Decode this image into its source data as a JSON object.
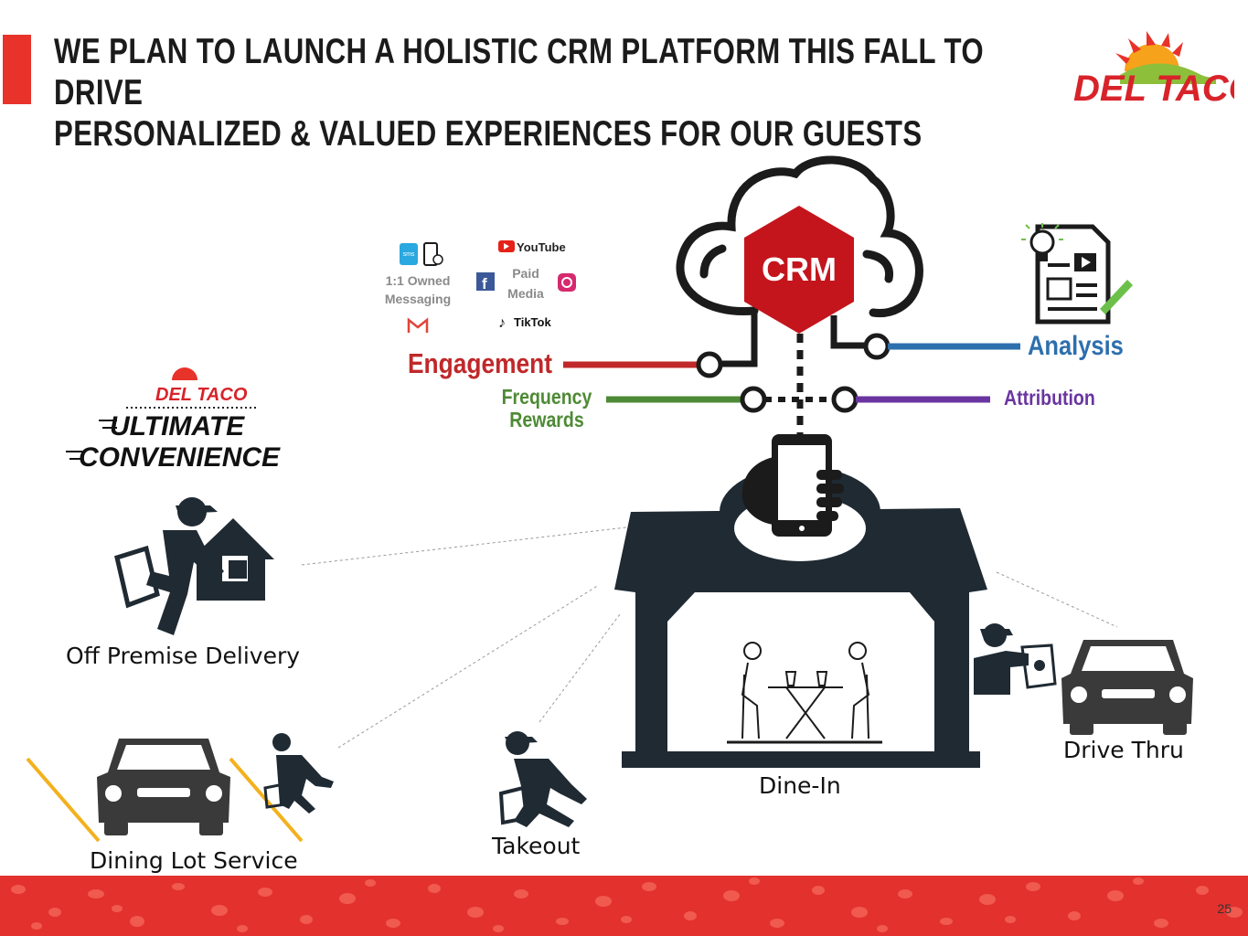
{
  "slide": {
    "title_line1": "WE PLAN TO LAUNCH A HOLISTIC CRM PLATFORM THIS FALL TO DRIVE",
    "title_line2": "PERSONALIZED & VALUED EXPERIENCES FOR OUR GUESTS",
    "page_number": "25"
  },
  "brand": {
    "logo_text": "DEL TACO",
    "small_logo_text": "DEL TACO",
    "tagline_line1": "ULTIMATE",
    "tagline_line2": "CONVENIENCE"
  },
  "crm": {
    "hub_label": "CRM",
    "spokes": [
      {
        "label": "Engagement",
        "color": "#c0282a"
      },
      {
        "label_line1": "Frequency",
        "label_line2": "Rewards",
        "color": "#4e8a35"
      },
      {
        "label": "Analysis",
        "color": "#2e6fad"
      },
      {
        "label": "Attribution",
        "color": "#6a35a0"
      }
    ],
    "channels": {
      "owned_line1": "1:1 Owned",
      "owned_line2": "Messaging",
      "paid_line1": "Paid",
      "paid_line2": "Media",
      "youtube": "YouTube",
      "tiktok": "TikTok",
      "sms": "sms"
    }
  },
  "services": [
    {
      "label": "Off Premise Delivery"
    },
    {
      "label": "Dining Lot Service"
    },
    {
      "label": "Takeout"
    },
    {
      "label": "Dine-In"
    },
    {
      "label": "Drive Thru"
    }
  ],
  "colors": {
    "accent_red": "#e8332a",
    "dark": "#1f2a33",
    "hub_red": "#c4151c"
  }
}
